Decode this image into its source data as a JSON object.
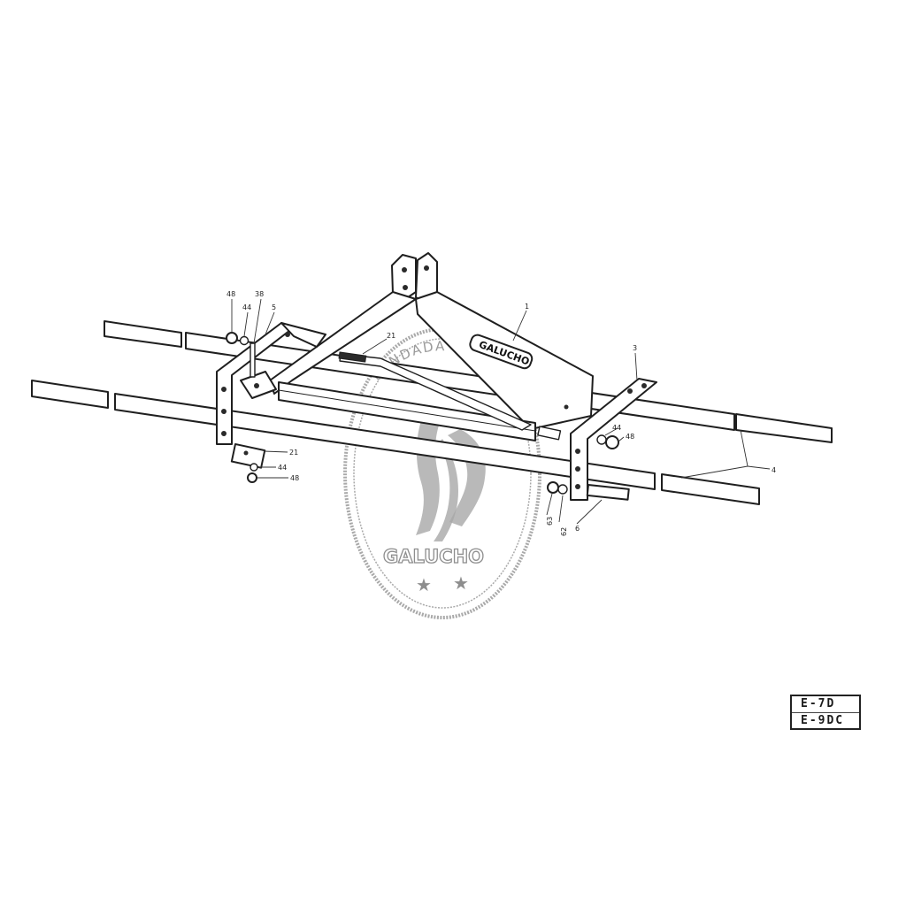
{
  "brand_label": "GALUCHO",
  "watermark": {
    "name": "GALUCHO",
    "arc_text": "FUNDADA EN 1924"
  },
  "callouts": [
    {
      "id": "c1",
      "label": "1"
    },
    {
      "id": "c3",
      "label": "3"
    },
    {
      "id": "c4",
      "label": "4"
    },
    {
      "id": "c5",
      "label": "5"
    },
    {
      "id": "c6",
      "label": "6"
    },
    {
      "id": "c21a",
      "label": "21"
    },
    {
      "id": "c21b",
      "label": "21"
    },
    {
      "id": "c38",
      "label": "38"
    },
    {
      "id": "c44a",
      "label": "44"
    },
    {
      "id": "c44b",
      "label": "44"
    },
    {
      "id": "c44c",
      "label": "44"
    },
    {
      "id": "c48a",
      "label": "48"
    },
    {
      "id": "c48b",
      "label": "48"
    },
    {
      "id": "c48c",
      "label": "48"
    },
    {
      "id": "c62",
      "label": "62"
    },
    {
      "id": "c63",
      "label": "63"
    }
  ],
  "reference_codes": [
    "E-7D",
    "E-9DC"
  ]
}
